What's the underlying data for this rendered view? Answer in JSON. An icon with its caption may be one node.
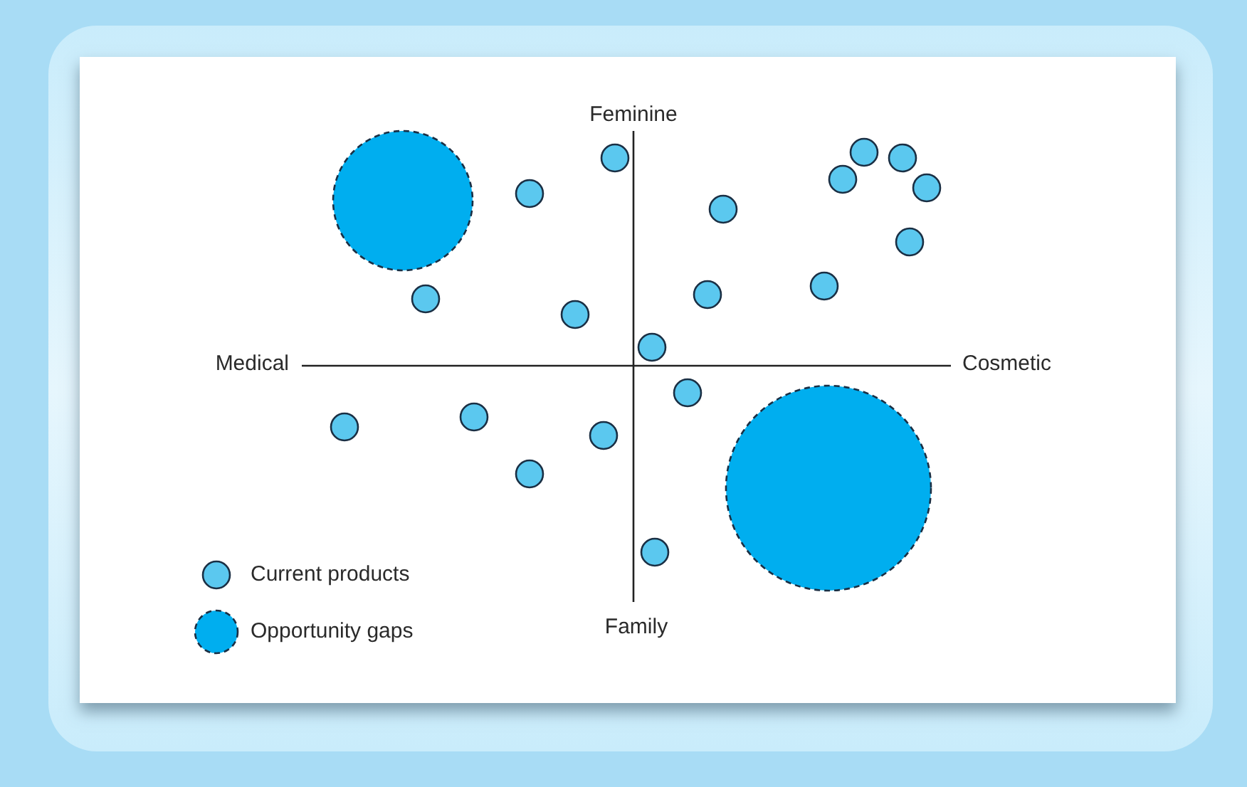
{
  "diagram": {
    "labels": [
      "Feminine",
      "Medical",
      "Cosmetic",
      "Family"
    ],
    "legend": [
      {
        "text": "Current products"
      },
      {
        "text": "Opportunity gaps"
      }
    ]
  }
}
